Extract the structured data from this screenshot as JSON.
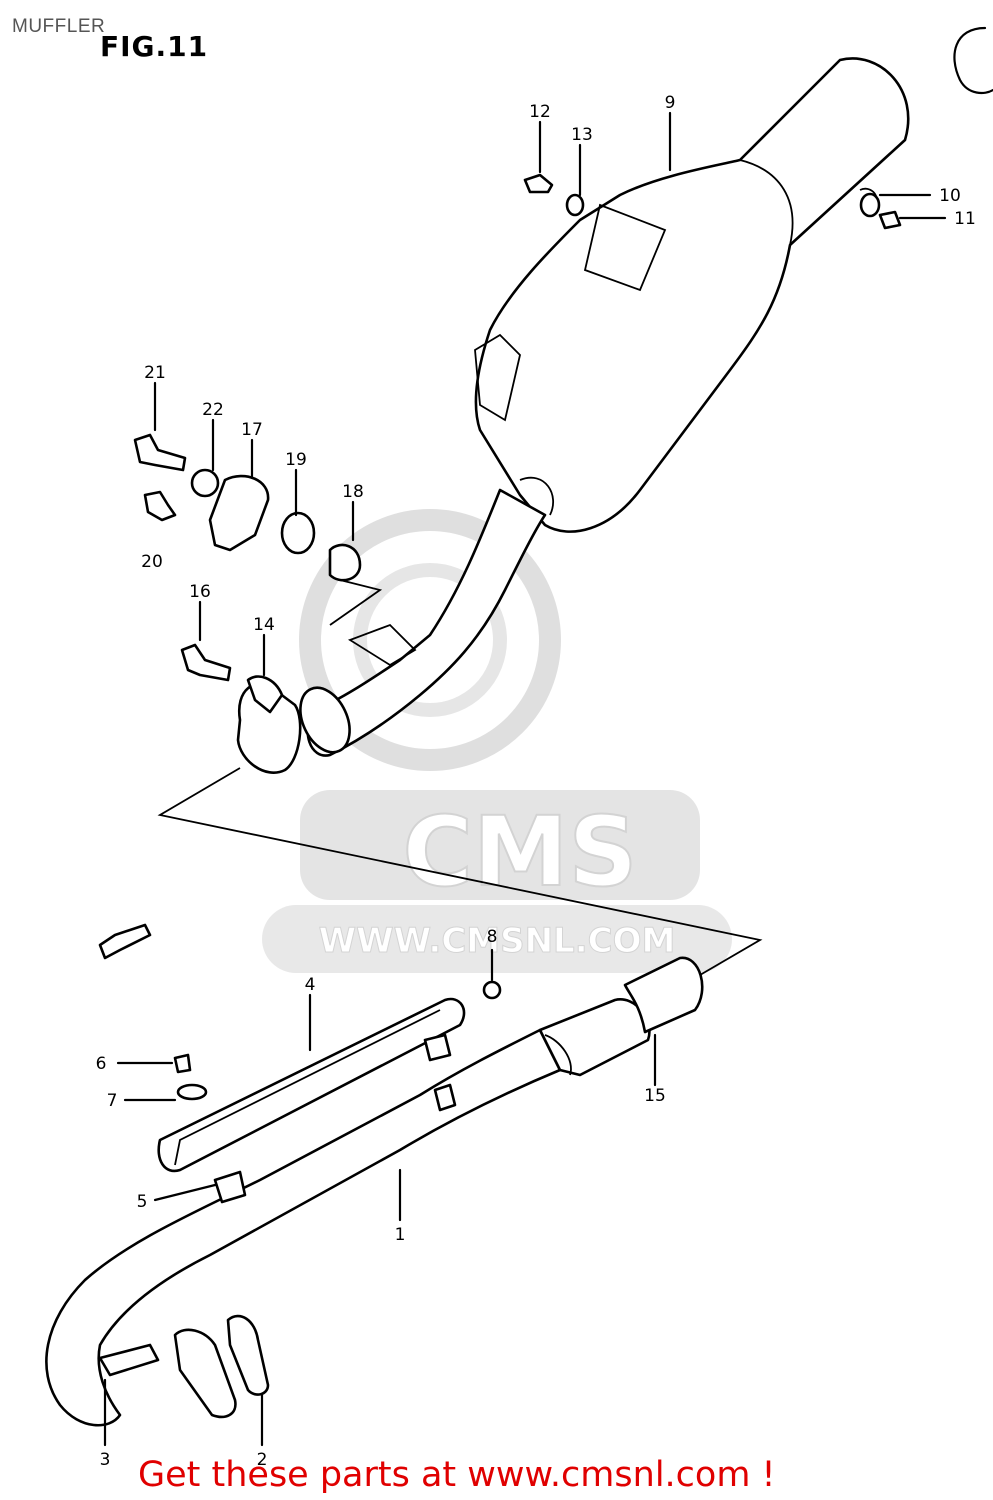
{
  "page": {
    "section_title": "MUFFLER",
    "figure_title": "FIG.11",
    "footer_text": "Get these parts at www.cmsnl.com !"
  },
  "watermark": {
    "brand": "CMS",
    "url": "WWW.CMSNL.COM"
  },
  "callouts": [
    {
      "id": "1",
      "label": "1"
    },
    {
      "id": "2",
      "label": "2"
    },
    {
      "id": "3",
      "label": "3"
    },
    {
      "id": "4",
      "label": "4"
    },
    {
      "id": "5",
      "label": "5"
    },
    {
      "id": "6",
      "label": "6"
    },
    {
      "id": "7",
      "label": "7"
    },
    {
      "id": "8",
      "label": "8"
    },
    {
      "id": "9",
      "label": "9"
    },
    {
      "id": "10",
      "label": "10"
    },
    {
      "id": "11",
      "label": "11"
    },
    {
      "id": "12",
      "label": "12"
    },
    {
      "id": "13",
      "label": "13"
    },
    {
      "id": "14",
      "label": "14"
    },
    {
      "id": "15",
      "label": "15"
    },
    {
      "id": "16",
      "label": "16"
    },
    {
      "id": "17",
      "label": "17"
    },
    {
      "id": "18",
      "label": "18"
    },
    {
      "id": "19",
      "label": "19"
    },
    {
      "id": "20",
      "label": "20"
    },
    {
      "id": "21",
      "label": "21"
    },
    {
      "id": "22",
      "label": "22"
    }
  ],
  "colors": {
    "footer": "#e00000",
    "watermark": "#d9d9d9",
    "line": "#000000"
  }
}
